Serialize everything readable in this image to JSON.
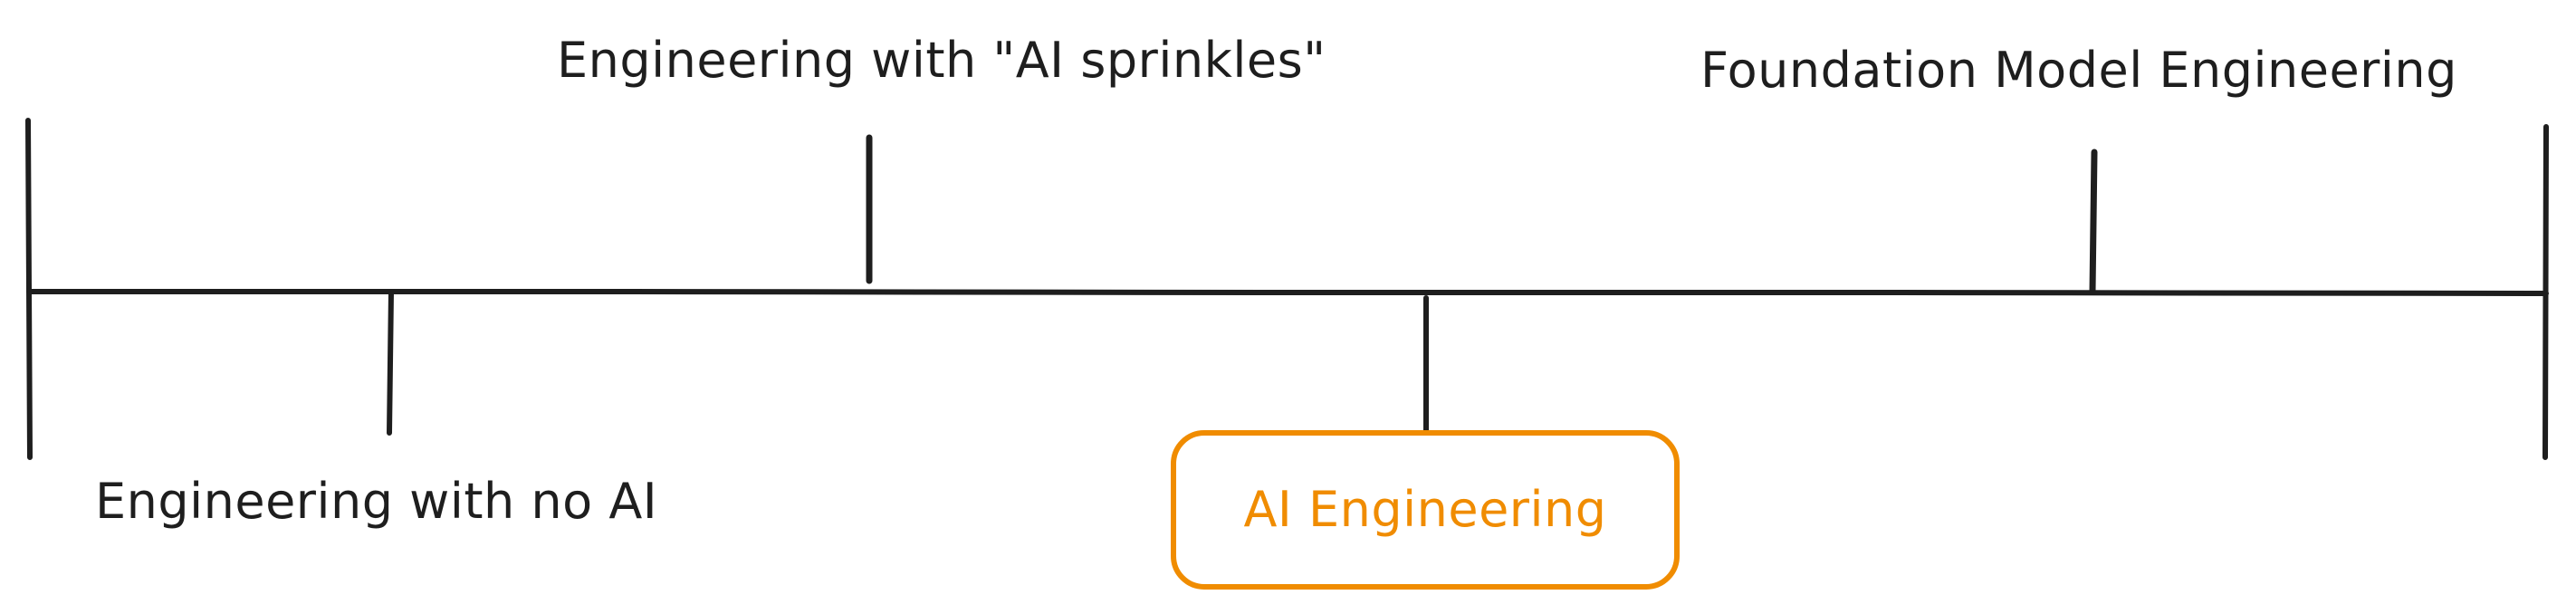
{
  "diagram": {
    "colors": {
      "ink": "#1e1e1e",
      "accent": "#f08c00",
      "background": "#ffffff"
    },
    "labels": {
      "no_ai": "Engineering with no AI",
      "ai_sprinkles": "Engineering with \"AI sprinkles\"",
      "foundation_model": "Foundation Model Engineering",
      "ai_engineering": "AI Engineering"
    }
  }
}
